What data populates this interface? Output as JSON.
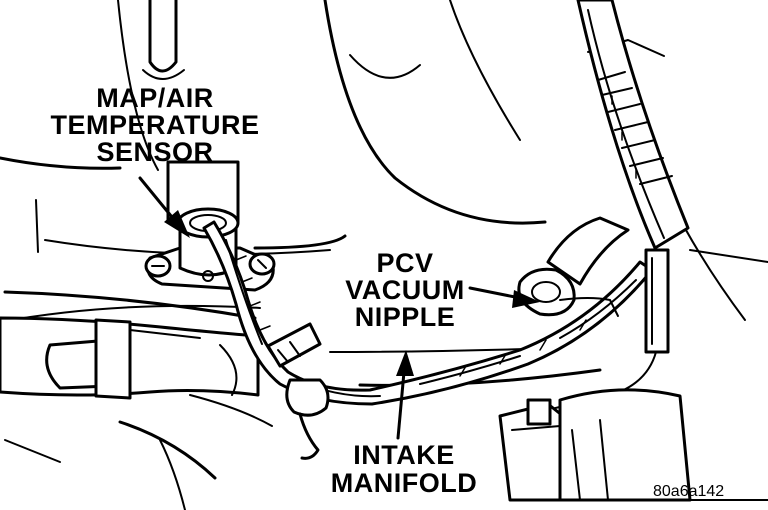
{
  "labels": {
    "map_sensor": [
      "MAP/AIR",
      "TEMPERATURE",
      "SENSOR"
    ],
    "pcv_nipple": [
      "PCV",
      "VACUUM",
      "NIPPLE"
    ],
    "intake_manifold": [
      "INTAKE",
      "MANIFOLD"
    ]
  },
  "figure_id": "80a6a142"
}
